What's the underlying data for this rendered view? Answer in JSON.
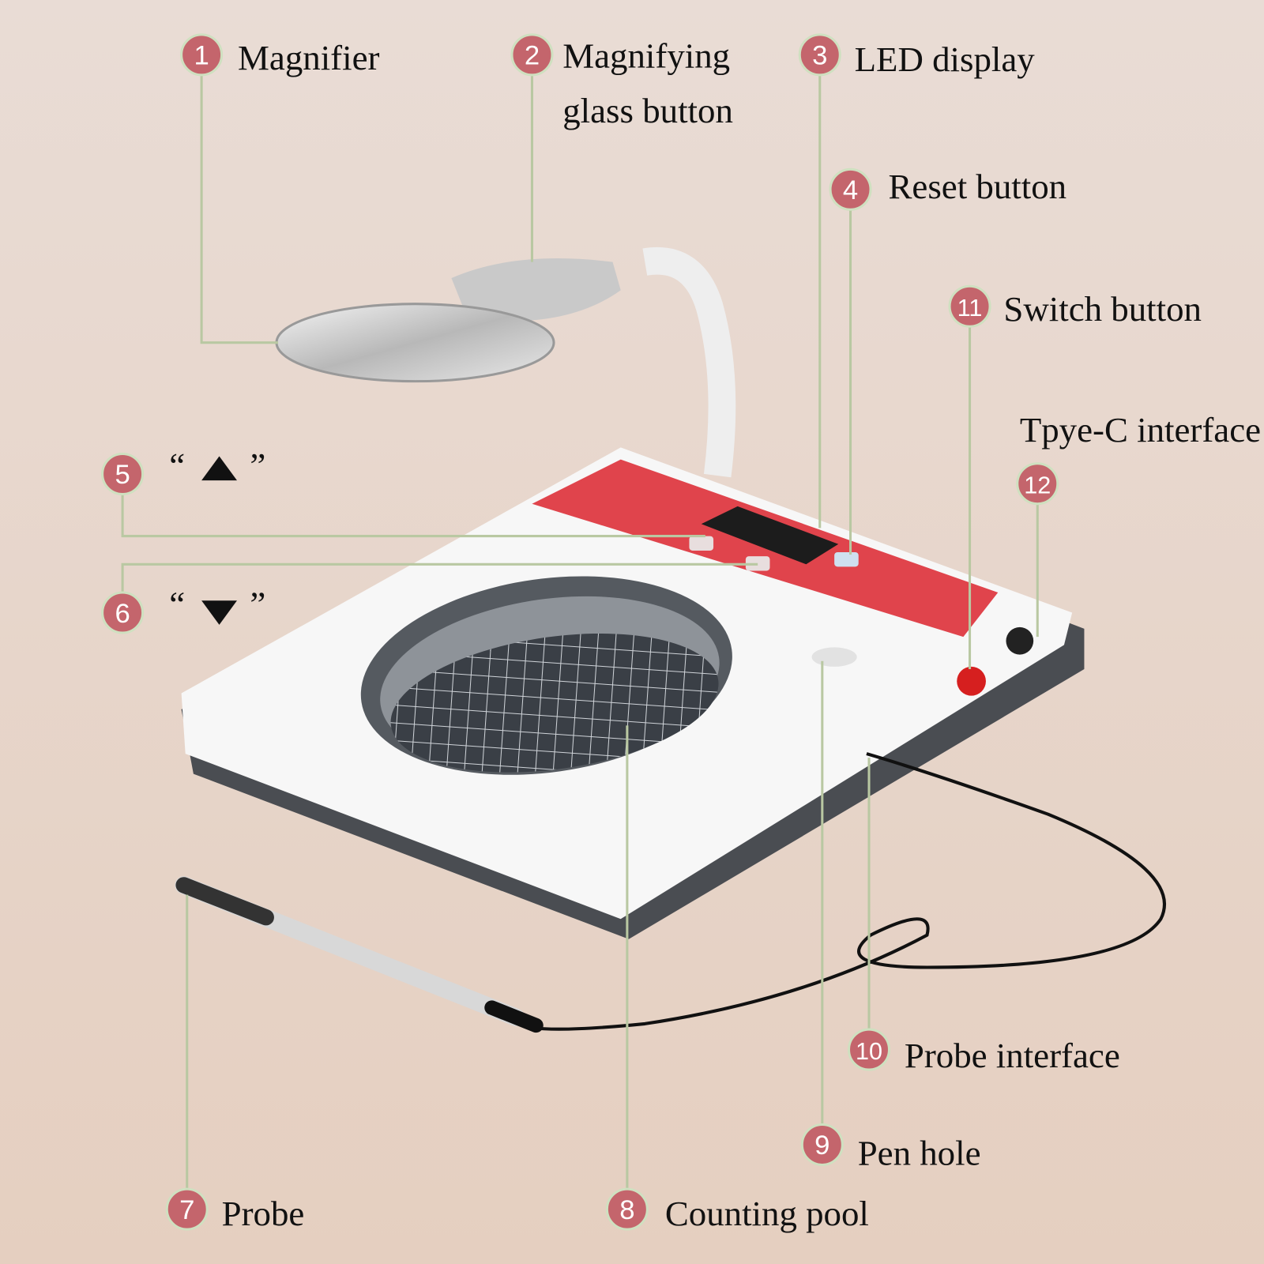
{
  "colors": {
    "badge": "#c4656c",
    "badge_ring": "#cfe0c0",
    "leader": "#b9c8a2",
    "panel": "#e0444c",
    "background": "#e8d6cb"
  },
  "callouts": [
    {
      "num": "1",
      "label": "Magnifier"
    },
    {
      "num": "2",
      "label_line1": "Magnifying",
      "label_line2": "glass button"
    },
    {
      "num": "3",
      "label": "LED display"
    },
    {
      "num": "4",
      "label": "Reset button"
    },
    {
      "num": "5",
      "quote_open": "“",
      "quote_close": "”",
      "arrow": "triangle-up-icon"
    },
    {
      "num": "6",
      "quote_open": "“",
      "quote_close": "”",
      "arrow": "triangle-down-icon"
    },
    {
      "num": "7",
      "label": "Probe"
    },
    {
      "num": "8",
      "label": "Counting pool"
    },
    {
      "num": "9",
      "label": "Pen hole"
    },
    {
      "num": "10",
      "label": "Probe interface"
    },
    {
      "num": "11",
      "label": "Switch button"
    },
    {
      "num": "12",
      "label": "Tpye-C interface"
    }
  ]
}
